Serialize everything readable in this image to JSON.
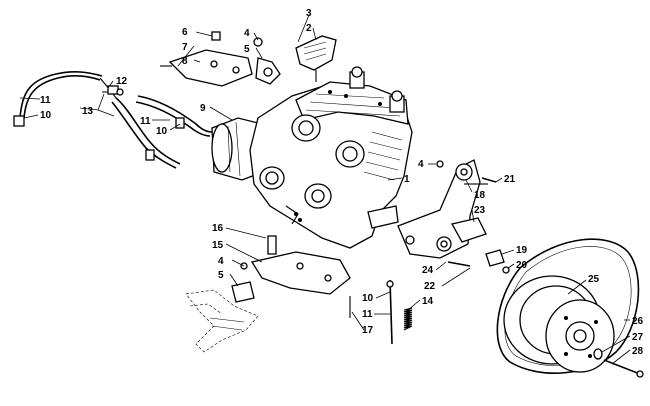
{
  "callouts": [
    {
      "id": "c3",
      "text": "3"
    },
    {
      "id": "c2",
      "text": "2"
    },
    {
      "id": "c6",
      "text": "6"
    },
    {
      "id": "c4a",
      "text": "4"
    },
    {
      "id": "c7",
      "text": "7"
    },
    {
      "id": "c5a",
      "text": "5"
    },
    {
      "id": "c8",
      "text": "8"
    },
    {
      "id": "c12",
      "text": "12"
    },
    {
      "id": "c11a",
      "text": "11"
    },
    {
      "id": "c10a",
      "text": "10"
    },
    {
      "id": "c13",
      "text": "13"
    },
    {
      "id": "c9",
      "text": "9"
    },
    {
      "id": "c11b",
      "text": "11"
    },
    {
      "id": "c10b",
      "text": "10"
    },
    {
      "id": "c4b",
      "text": "4"
    },
    {
      "id": "c1",
      "text": "1"
    },
    {
      "id": "c21",
      "text": "21"
    },
    {
      "id": "c18",
      "text": "18"
    },
    {
      "id": "c23",
      "text": "23"
    },
    {
      "id": "c16",
      "text": "16"
    },
    {
      "id": "c15",
      "text": "15"
    },
    {
      "id": "c4c",
      "text": "4"
    },
    {
      "id": "c5b",
      "text": "5"
    },
    {
      "id": "c19",
      "text": "19"
    },
    {
      "id": "c24",
      "text": "24"
    },
    {
      "id": "c20",
      "text": "20"
    },
    {
      "id": "c22",
      "text": "22"
    },
    {
      "id": "c25",
      "text": "25"
    },
    {
      "id": "c10c",
      "text": "10"
    },
    {
      "id": "c14",
      "text": "14"
    },
    {
      "id": "c11c",
      "text": "11"
    },
    {
      "id": "c17",
      "text": "17"
    },
    {
      "id": "c26",
      "text": "26"
    },
    {
      "id": "c27",
      "text": "27"
    },
    {
      "id": "c28",
      "text": "28"
    }
  ]
}
